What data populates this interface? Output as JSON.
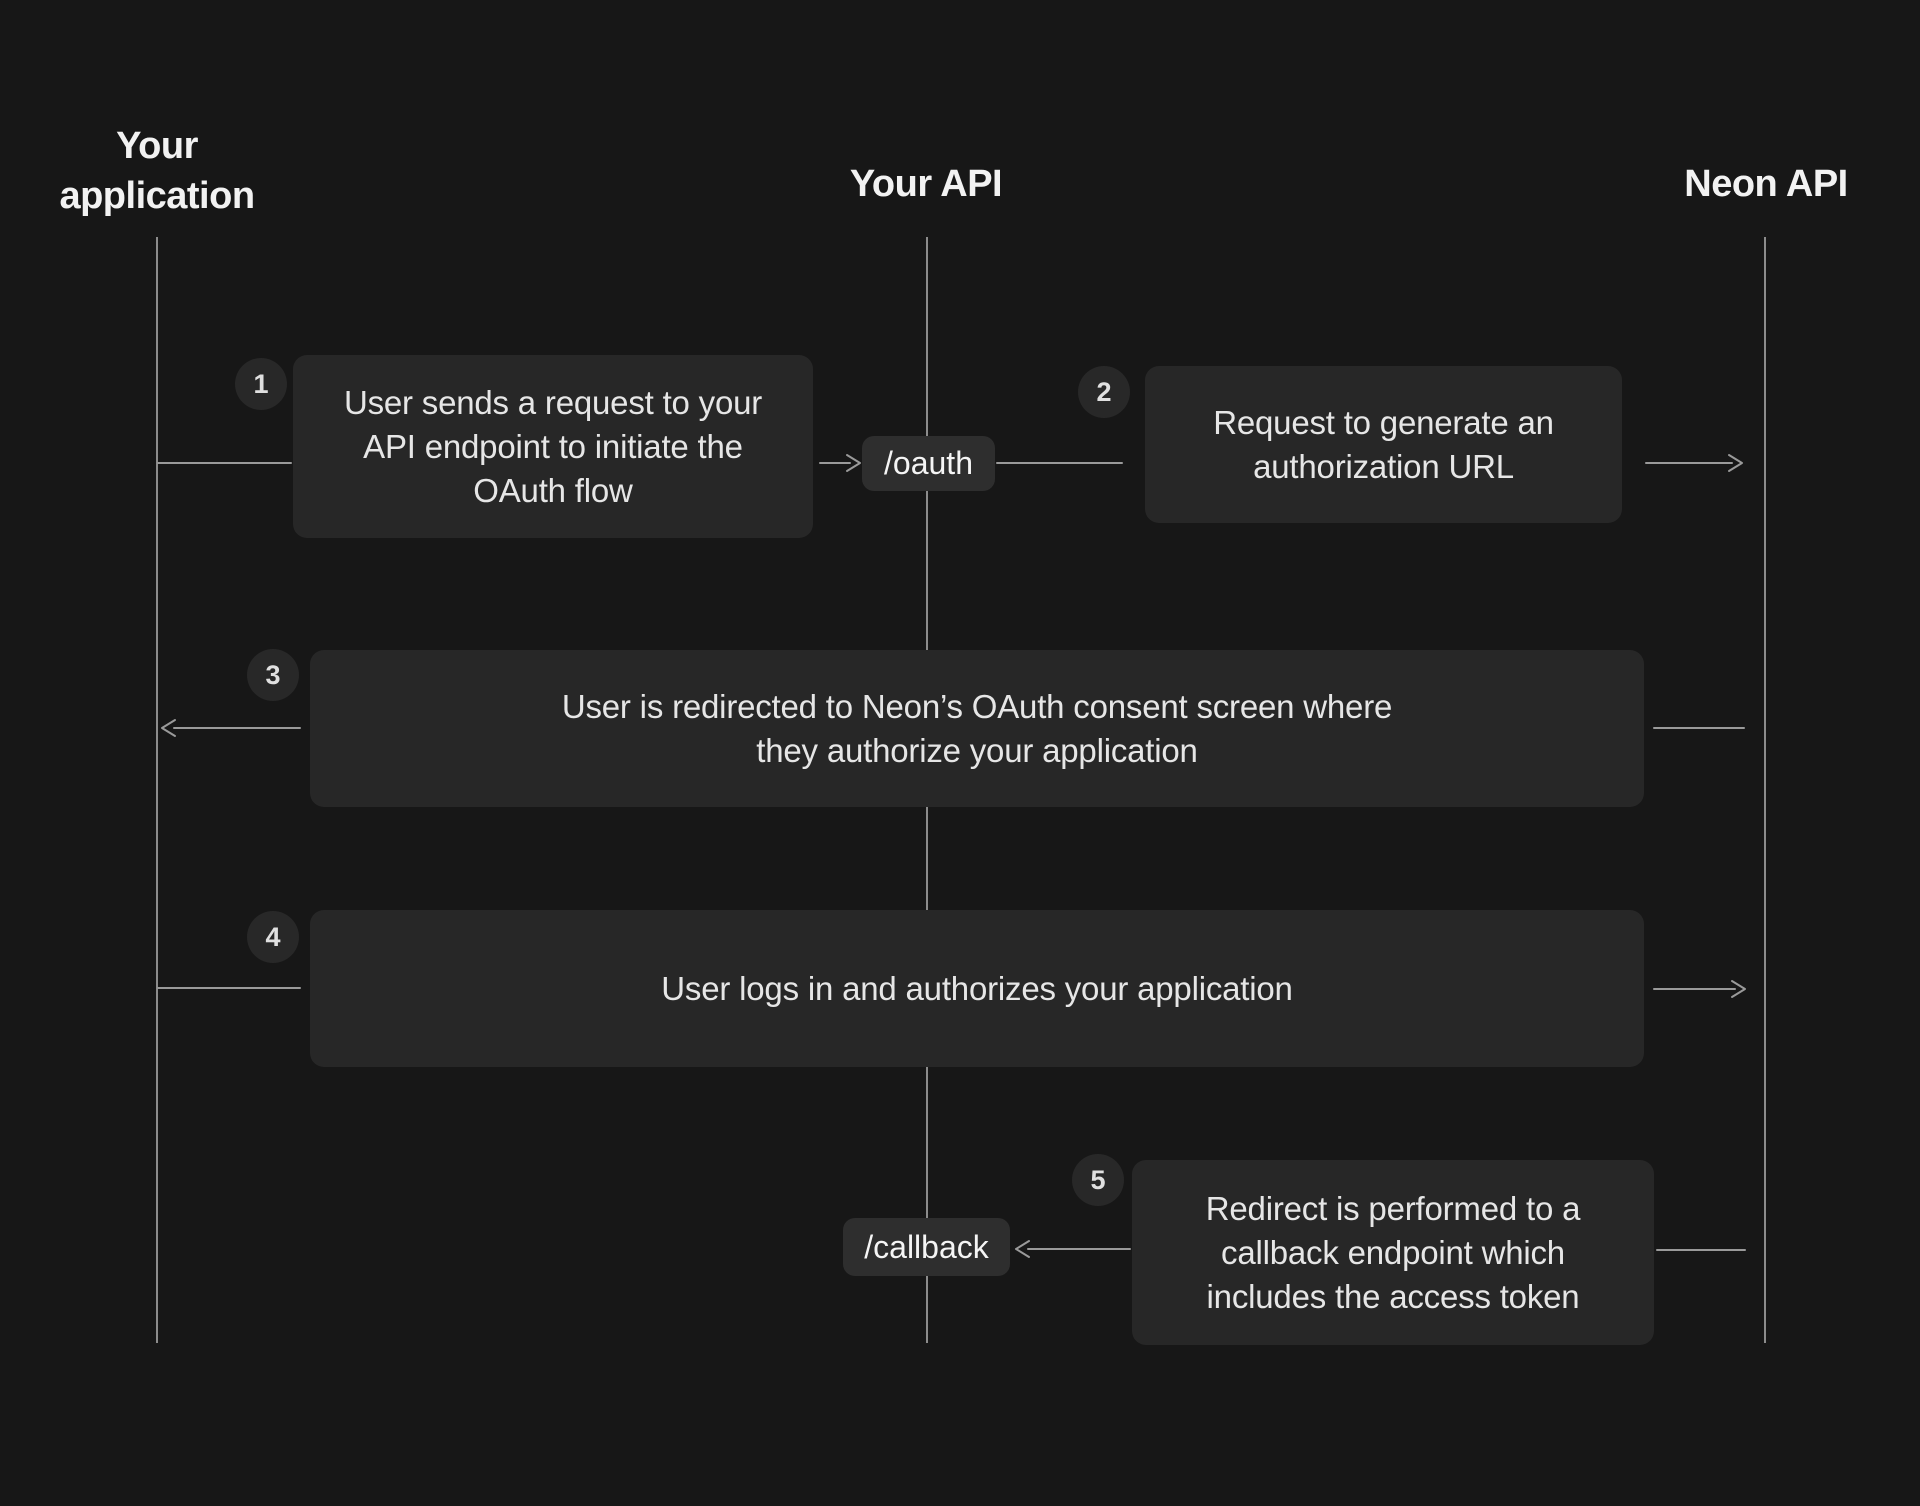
{
  "actors": [
    {
      "name": "your-application",
      "lines": [
        "Your",
        "application"
      ]
    },
    {
      "name": "your-api",
      "label": "Your API"
    },
    {
      "name": "neon-api",
      "label": "Neon API"
    }
  ],
  "steps": [
    {
      "number": "1",
      "lines": [
        "User sends a request to your",
        "API endpoint to initiate the",
        "OAuth flow"
      ]
    },
    {
      "number": "2",
      "lines": [
        "Request to generate an",
        "authorization URL"
      ]
    },
    {
      "number": "3",
      "lines": [
        "User is redirected to Neon’s OAuth consent screen where",
        "they authorize your application"
      ]
    },
    {
      "number": "4",
      "lines": [
        "User logs in and authorizes your application"
      ]
    },
    {
      "number": "5",
      "lines": [
        "Redirect is performed to a",
        "callback endpoint which",
        "includes the access token"
      ]
    }
  ],
  "endpoints": [
    {
      "label": "/oauth"
    },
    {
      "label": "/callback"
    }
  ],
  "colors": {
    "background": "#171717",
    "box": "#272727",
    "pill": "#2e2e2e",
    "circle": "#282828",
    "connector_line": "#9a9a9a",
    "lifeline": "#8c8c8c",
    "text": "#e6e6e6",
    "heading": "#f2f2f2"
  }
}
